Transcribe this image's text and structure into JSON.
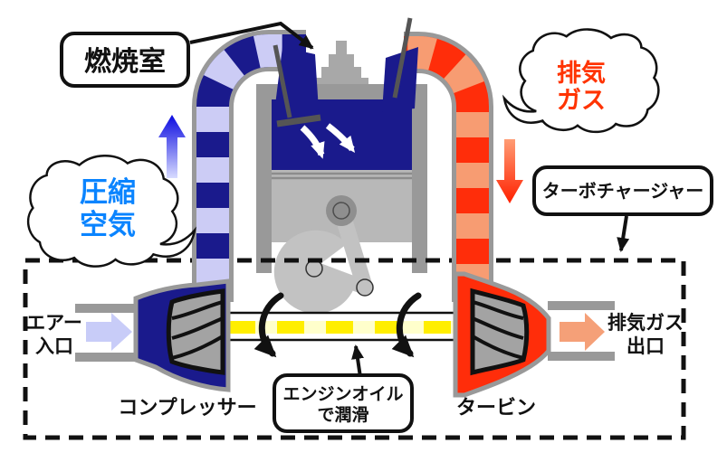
{
  "diagram": {
    "title_boxes": {
      "combustion_chamber": "燃焼室",
      "turbocharger": "ターボチャージャー",
      "engine_oil": {
        "lines": [
          "エンジンオイル",
          "で潤滑"
        ]
      }
    },
    "bubbles": {
      "compressed_air": {
        "lines": [
          "圧縮",
          "空気"
        ],
        "color": "#0A84FF"
      },
      "exhaust_gas": {
        "lines": [
          "排気",
          "ガス"
        ],
        "color": "#FF3300"
      }
    },
    "labels": {
      "air_inlet": {
        "lines": [
          "エアー",
          "入口"
        ]
      },
      "exhaust_outlet": {
        "lines": [
          "排気ガス",
          "出口"
        ]
      },
      "compressor": "コンプレッサー",
      "turbine": "タービン"
    },
    "colors": {
      "intake_dark": "#1A1A8C",
      "intake_light": "#CCCCF5",
      "exhaust_red": "#FF2D0A",
      "exhaust_salmon": "#F79C72",
      "casing_gray": "#999999",
      "metal_gray": "#A8A8A8",
      "metal_light": "#C2C2C2",
      "piston_gray": "#B8B8B8",
      "oil_yellow": "#FFEE00",
      "oil_pale": "#FFFFCC",
      "inlet_arrow": "#C8CCF8",
      "outlet_arrow": "#F5A078"
    }
  }
}
